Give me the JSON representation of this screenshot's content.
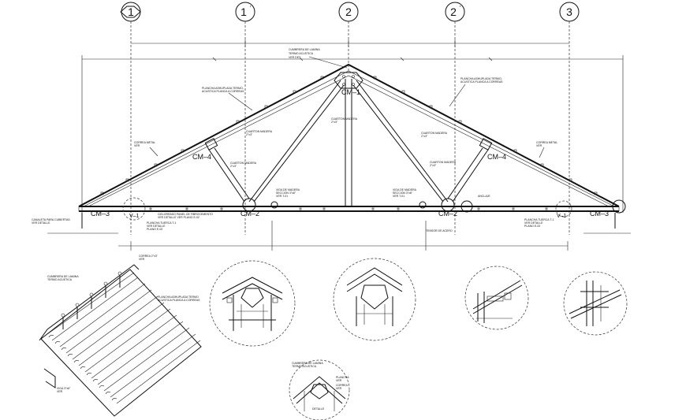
{
  "axes": [
    {
      "label": "1",
      "prime": ""
    },
    {
      "label": "1",
      "prime": "'"
    },
    {
      "label": "2",
      "prime": ""
    },
    {
      "label": "2",
      "prime": "'"
    },
    {
      "label": "3",
      "prime": ""
    }
  ],
  "members": {
    "cm1": "CM–1",
    "cm2_left": "CM–2",
    "cm2_right": "CM–2",
    "cm3_left": "CM–3",
    "cm3_right": "CM–3",
    "cm4_left": "CM–4",
    "cm4_right": "CM–4",
    "v1_left": "V–1",
    "v1_right": "V–1"
  },
  "notes": {
    "ridge": [
      "CUMBRERA DE LAMINA",
      "TERMO ACUSTICA",
      "VER DET."
    ],
    "deck_left": [
      "PLANCHA ASHUPLADA TERMO-",
      "ACUSTICA PLANCA A CORREAS"
    ],
    "deck_right": [
      "PLANCHA ASHUPLADA TERMO-",
      "ACUSTICA PLANCA A CORREAS"
    ],
    "purlin_left": [
      "CORREA METAL",
      "VER"
    ],
    "purlin_right": [
      "CORREA METAL",
      "VER"
    ],
    "strut_left_1": [
      "CUARTON MADERA",
      "2\"x3\""
    ],
    "strut_left_2": [
      "CUARTON MADERA",
      "2\"x3\""
    ],
    "strut_center": [
      "CUARTON MADERA",
      "2\"x3\""
    ],
    "strut_right_1": [
      "CUARTON MADERA",
      "2\"x3\""
    ],
    "strut_right_2": [
      "CUARTON MADERA",
      "2\"x3\""
    ],
    "beam_left": [
      "VIGA DE MADERA",
      "SECCION 3\"x6\"",
      "VER T-01"
    ],
    "beam_right": [
      "VIGA DE MADERA",
      "SECCION 3\"x6\"",
      "VER T-01"
    ],
    "ceiling": [
      "CIELORRASO PANEL DE FIBROCEMENTO",
      "VER DETALLE VER PLANO E-02"
    ],
    "plate_left": [
      "PLANCHA TUERCA T-1",
      "VER DETALLE",
      "PLANO E-02"
    ],
    "plate_right": [
      "PLANCHA TUERCA T-1",
      "VER DETALLE",
      "PLANO E-02"
    ],
    "anchor": [
      "ANCLAJE"
    ],
    "eave_left": [
      "CANALETA PARA CUBIERTAS",
      "VER DETALLE"
    ],
    "tie": [
      "TENSOR DE ACERO"
    ],
    "panel_detail_a": [
      "CUMBRERA DE LAMINA",
      "TERMO ACUSTICA"
    ],
    "panel_detail_b": [
      "PLANCHA ASHUPLADA TERMO",
      "ACUSTICA PLANCA A CORREAS"
    ],
    "panel_detail_c": [
      "CORREA 2\"x3\"",
      "VER"
    ],
    "panel_detail_d": [
      "VIGA 3\"x6\"",
      "VER"
    ],
    "ridge_detail_a": [
      "CUMBRERA DE LAMINA",
      "TERMO ACUSTICA"
    ],
    "ridge_detail_b": [
      "PLANCHA",
      "VER"
    ],
    "ridge_detail_c": [
      "CORREA",
      "VER"
    ],
    "ridge_detail_d": [
      "DETALLE"
    ]
  }
}
